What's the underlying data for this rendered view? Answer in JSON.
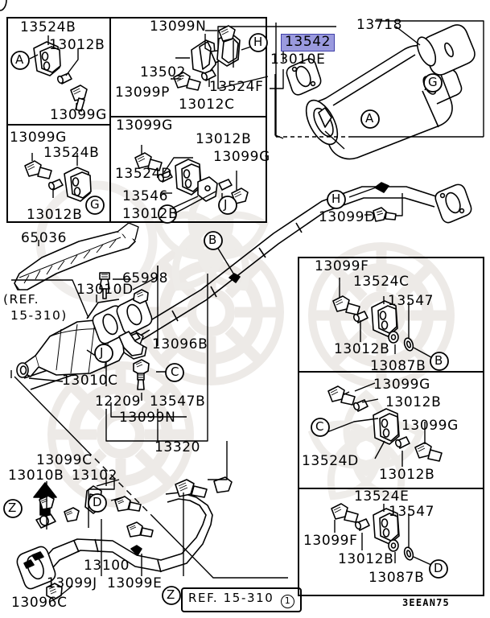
{
  "diagram": {
    "id_code": "3EEAN75",
    "ref_note_main": "(REF.",
    "ref_note_main2": "15-310)",
    "ref_box_text": "REF. 15-310",
    "ref_box_circle": "1",
    "ref_box_marker": "Z"
  },
  "highlight": {
    "part": "13542",
    "fill": "#9a9ade",
    "border": "#4040a8"
  },
  "panels": {
    "top_left_a": {
      "labels": [
        "13524B",
        "13012B",
        "13099G"
      ],
      "callouts": [
        "A"
      ]
    },
    "top_left_b": {
      "labels": [
        "13099G",
        "13524B",
        "13012B"
      ],
      "callouts": [
        "G"
      ]
    },
    "top_mid_a": {
      "labels": [
        "13099N",
        "13502",
        "13099P",
        "13524F",
        "13012C"
      ],
      "callouts": [
        "H"
      ]
    },
    "top_mid_b": {
      "labels": [
        "13099G",
        "13012B",
        "13099G",
        "13524D",
        "13546",
        "13012B"
      ],
      "callouts": [
        "J"
      ]
    },
    "right_1": {
      "labels": [
        "13099F",
        "13524C",
        "13547",
        "13012B",
        "13087B"
      ],
      "callouts": [
        "B"
      ]
    },
    "right_2": {
      "labels": [
        "13099G",
        "13012B",
        "13099G",
        "13524D",
        "13012B"
      ],
      "callouts": [
        "C"
      ]
    },
    "right_3": {
      "labels": [
        "13524E",
        "13547",
        "13099F",
        "13012B",
        "13087B"
      ],
      "callouts": [
        "D"
      ]
    }
  },
  "main": {
    "muffler": {
      "labels": [
        "13718",
        "13542",
        "13010E"
      ],
      "callouts": [
        "A",
        "G"
      ]
    },
    "mid_pipe": {
      "labels": [
        "13099D"
      ],
      "callouts": [
        "H",
        "B"
      ]
    },
    "heat_shield": {
      "labels": [
        "65036",
        "65998"
      ]
    },
    "catalyst": {
      "labels": [
        "13010D",
        "13010C",
        "13096B",
        "12209",
        "13547B",
        "13099N",
        "13320"
      ],
      "callouts": [
        "J",
        "C"
      ]
    },
    "front_pipe": {
      "labels": [
        "13099C",
        "13010B",
        "13102",
        "13100",
        "13099J",
        "13099E",
        "13096C"
      ],
      "callouts": [
        "Z",
        "D"
      ]
    }
  }
}
